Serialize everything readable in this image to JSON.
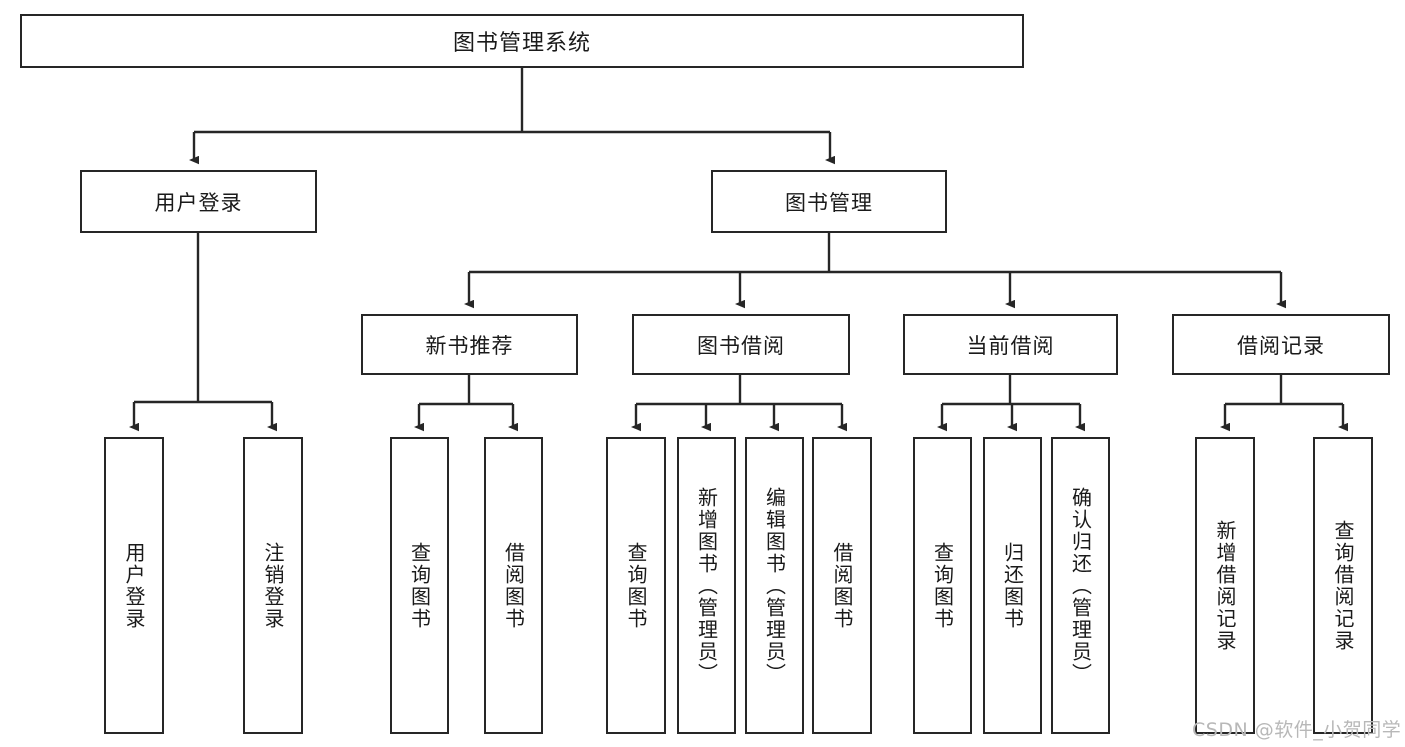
{
  "diagram": {
    "type": "tree",
    "title": "图书管理系统",
    "root": {
      "label": "图书管理系统"
    },
    "level2": [
      {
        "label": "用户登录"
      },
      {
        "label": "图书管理"
      }
    ],
    "level3": [
      {
        "label": "新书推荐"
      },
      {
        "label": "图书借阅"
      },
      {
        "label": "当前借阅"
      },
      {
        "label": "借阅记录"
      }
    ],
    "leaves": {
      "user_login": [
        {
          "label": "用户登录"
        },
        {
          "label": "注销登录"
        }
      ],
      "new_book_recommend": [
        {
          "label": "查询图书"
        },
        {
          "label": "借阅图书"
        }
      ],
      "book_borrow": [
        {
          "label": "查询图书"
        },
        {
          "label": "新增图书（管理员）"
        },
        {
          "label": "编辑图书（管理员）"
        },
        {
          "label": "借阅图书"
        }
      ],
      "current_borrow": [
        {
          "label": "查询图书"
        },
        {
          "label": "归还图书"
        },
        {
          "label": "确认归还（管理员）"
        }
      ],
      "borrow_record": [
        {
          "label": "新增借阅记录"
        },
        {
          "label": "查询借阅记录"
        }
      ]
    }
  },
  "watermark": {
    "text": "CSDN @软件_小贺同学"
  },
  "colors": {
    "stroke": "#262626",
    "background": "#ffffff",
    "text": "#1a1a1a",
    "watermark": "#b8b8b8"
  }
}
